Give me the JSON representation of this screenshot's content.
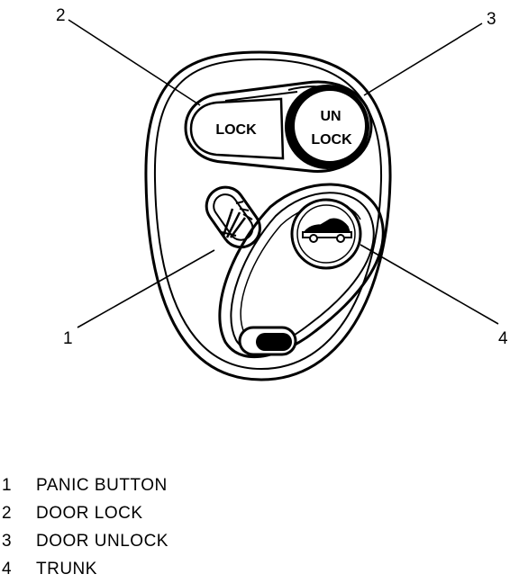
{
  "callouts": [
    {
      "number": "2"
    },
    {
      "number": "3"
    },
    {
      "number": "1"
    },
    {
      "number": "4"
    }
  ],
  "buttons": {
    "lock_label": "LOCK",
    "unlock_line1": "UN",
    "unlock_line2": "LOCK"
  },
  "legend": [
    {
      "number": "1",
      "label": "PANIC BUTTON"
    },
    {
      "number": "2",
      "label": "DOOR LOCK"
    },
    {
      "number": "3",
      "label": "DOOR UNLOCK"
    },
    {
      "number": "4",
      "label": "TRUNK"
    }
  ],
  "icons": {
    "panic": "horn-icon",
    "trunk": "car-trunk-icon"
  }
}
